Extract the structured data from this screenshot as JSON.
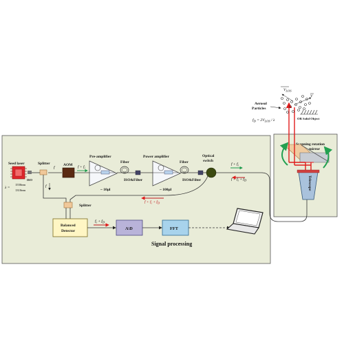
{
  "diagram": {
    "seed_laser": "Seed laser",
    "iso": "ISO",
    "splitter_top": "Splitter",
    "splitter_bottom": "Splitter",
    "wavelength_symbol": "λ =",
    "wavelength_1": "1550nm",
    "wavelength_2": "1310nm",
    "f_label": "f",
    "aom": "AOM",
    "f_plus_fi_top": "f + f",
    "f_plus_fi_top_sub": "i",
    "pre_amplifier": "Pre-amplifier",
    "power_amplifier": "Power amplifier",
    "fiber_1": "Fiber",
    "fiber_2": "Fiber",
    "pre_amp_length": "~ 10μl",
    "power_amp_length": "~ 100μl",
    "iso_filter_1": "ISO&Filter",
    "iso_filter_2": "ISO&Filter",
    "optical_switch_1": "Optical",
    "optical_switch_2": "switch",
    "f_fi_fd_return": "f + f",
    "return_sub_i": "i",
    "return_plus": " + f",
    "return_sub_d": "D",
    "fi_plus_fd": "f",
    "fi_plus_fd_sub_i": "i",
    "fi_plus_fd_plus": " + f",
    "fi_plus_fd_sub_d": "D",
    "balanced_detector_1": "Balanced",
    "balanced_detector_2": "Detector",
    "adc": "A\\D",
    "fft": "FFT",
    "signal_processing": "Signal processing",
    "out_f_fi": "f + f",
    "out_f_fi_sub": "i",
    "in_f_fi_fd": "f + f",
    "in_sub_i": "i",
    "in_plus": " + f",
    "in_sub_d": "D",
    "aerosol_1": "Aerosol",
    "aerosol_2": "Particles",
    "vlos": "V",
    "vlos_sub": "LOS",
    "v_vec": "V",
    "fd_formula_lhs": "f",
    "fd_formula_lhs_sub": "D",
    "fd_formula_rhs": " = 2V",
    "fd_formula_rhs_sub": "LOS",
    "fd_formula_tail": " / λ",
    "or_solid": "OR  Solid Object",
    "scanning_1": "Scanning rotation",
    "scanning_2": "mirror",
    "telescope": "Telescope"
  },
  "colors": {
    "panel_fill": "#e9ecd8",
    "panel_stroke": "#555555",
    "detector_fill": "#fff6c4",
    "adc_fill": "#b9b3d9",
    "fft_fill": "#a8d3ec",
    "laser_red": "#e0262b",
    "aom_fill": "#5a2a12",
    "switch_fill": "#3c4a10",
    "beam_red": "#e01b1b",
    "rotate_green": "#22a050",
    "label_red": "#c0141a",
    "arrow_blue": "#1f54c4",
    "arrow_green": "#1c9a4a",
    "telescope_fill": "#a9c2dc"
  }
}
